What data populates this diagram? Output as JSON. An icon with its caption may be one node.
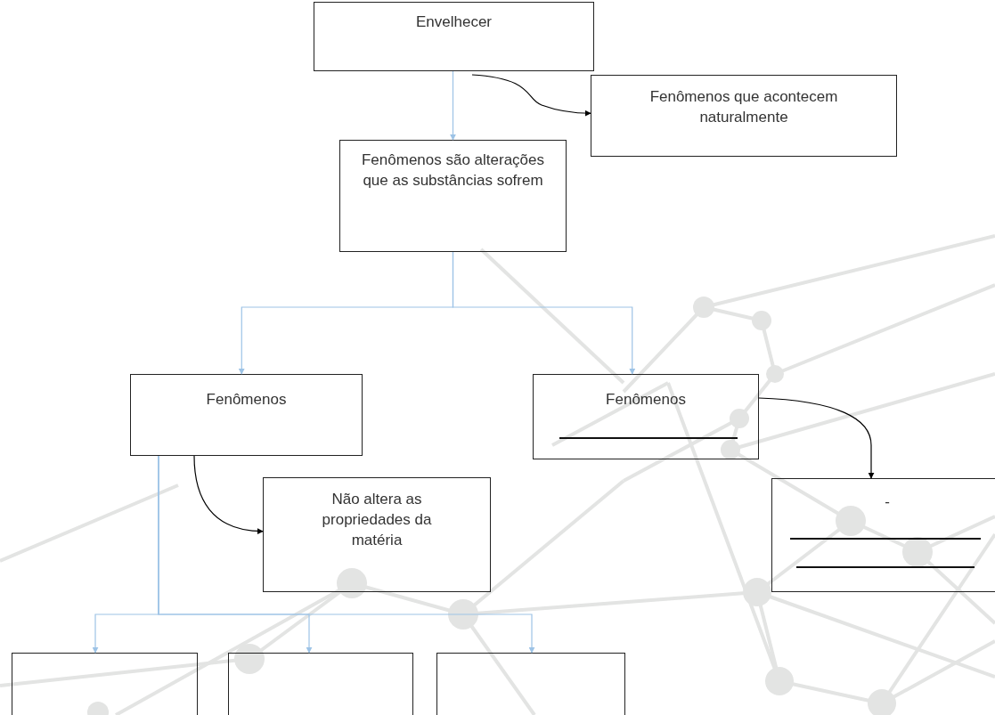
{
  "diagram": {
    "nodes": [
      {
        "text": [
          "Envelhecer"
        ]
      },
      {
        "text": [
          "Fenômenos que acontecem naturalmente"
        ]
      },
      {
        "text": [
          "Fenômenos são alterações que as substâncias sofrem"
        ]
      },
      {
        "text": [
          "Fenômenos"
        ]
      },
      {
        "text": [
          "Fenômenos"
        ]
      },
      {
        "text": [
          "Não altera as propriedades da matéria"
        ]
      },
      {
        "text": [
          "-"
        ]
      },
      {
        "text": [],
        "shape": "box"
      },
      {
        "text": [],
        "shape": "box"
      },
      {
        "text": [],
        "shape": "box"
      }
    ],
    "edges": [
      {
        "from": 0,
        "to": 2,
        "arrow": "to"
      },
      {
        "from": 0,
        "to": 1,
        "arrow": "to",
        "color": "#000000"
      },
      {
        "from": 2,
        "to": 3,
        "arrow": "to"
      },
      {
        "from": 2,
        "to": 4,
        "arrow": "to"
      },
      {
        "from": 3,
        "to": 5,
        "arrow": "to",
        "color": "#000000"
      },
      {
        "from": 4,
        "to": 6,
        "arrow": "to",
        "color": "#000000"
      },
      {
        "from": 3,
        "to": 7,
        "arrow": "to"
      },
      {
        "from": 3,
        "to": 8,
        "arrow": "to"
      },
      {
        "from": 3,
        "to": 9,
        "arrow": "to"
      }
    ]
  }
}
